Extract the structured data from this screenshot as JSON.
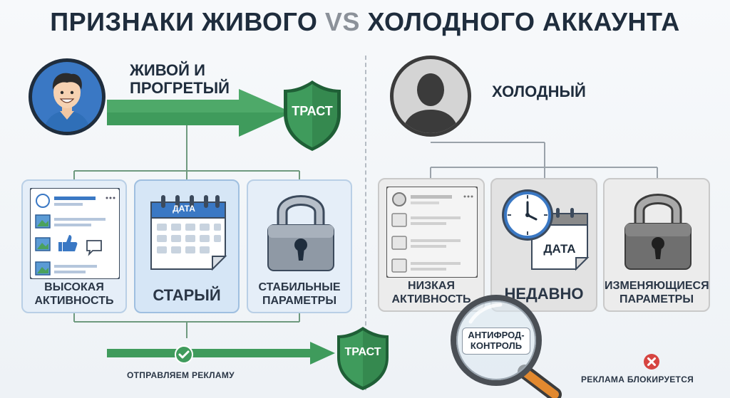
{
  "title": {
    "part1": "ПРИЗНАКИ ЖИВОГО",
    "vs": "VS",
    "part2": "ХОЛОДНОГО АККАУНТА"
  },
  "live": {
    "header_line1": "ЖИВОЙ И",
    "header_line2": "ПРОГРЕТЫЙ",
    "shield_top": "ТРАСТ",
    "cards": [
      {
        "line1": "ВЫСОКАЯ",
        "line2": "АКТИВНОСТЬ"
      },
      {
        "line1": "СТАРЫЙ",
        "calendar_label": "ДАТА"
      },
      {
        "line1": "СТАБИЛЬНЫЕ",
        "line2": "ПАРАМЕТРЫ"
      }
    ],
    "shield_bottom": "ТРАСТ",
    "footer": "ОТПРАВЛЯЕМ РЕКЛАМУ"
  },
  "cold": {
    "header": "ХОЛОДНЫЙ",
    "cards": [
      {
        "line1": "НИЗКАЯ",
        "line2": "АКТИВНОСТЬ"
      },
      {
        "line1": "НЕДАВНО",
        "calendar_label": "ДАТА"
      },
      {
        "line1": "ИЗМЕНЯЮЩИЕСЯ",
        "line2": "ПАРАМЕТРЫ"
      }
    ],
    "antifraud_line1": "АНТИФРОД-",
    "antifraud_line2": "КОНТРОЛЬ",
    "footer": "РЕКЛАМА БЛОКИРУЕТСЯ"
  },
  "colors": {
    "green": "#3f9b5c",
    "green_dark": "#2e7d46",
    "blue": "#3a78c4",
    "navy": "#1f2d3d",
    "gray": "#8b9199",
    "red": "#d64541"
  }
}
